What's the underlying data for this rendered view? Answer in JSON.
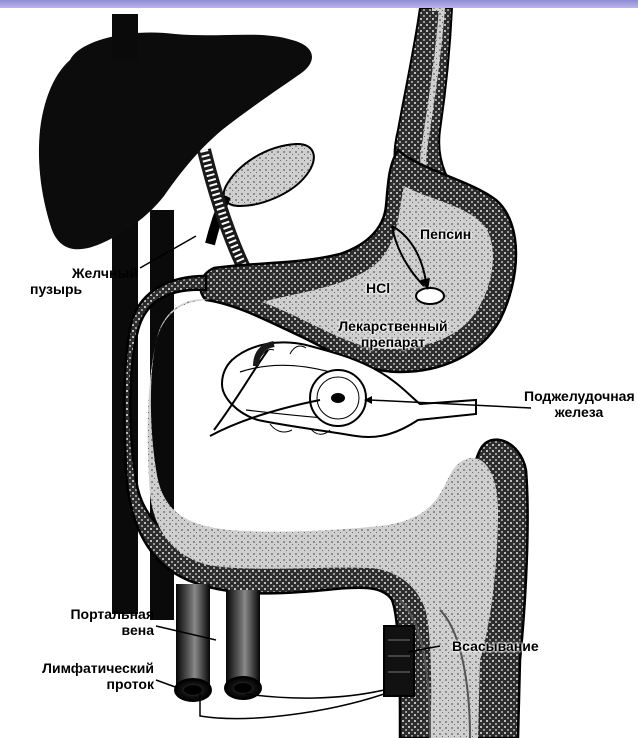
{
  "labels": {
    "gallbladder": [
      "Желчный",
      "пузырь"
    ],
    "pepsin": "Пепсин",
    "hcl": "HCl",
    "drug": [
      "Лекарственный",
      "препарат"
    ],
    "pancreas": [
      "Поджелудочная",
      "железа"
    ],
    "portal_vein": [
      "Портальная",
      "вена"
    ],
    "lymph_duct": [
      "Лимфатический",
      "проток"
    ],
    "absorption": "Всасывание"
  },
  "colors": {
    "ink": "#000000",
    "tissue_dark": "#2b2b2b",
    "tissue_mid": "#8a8a8a",
    "tissue_light": "#d6d6d6",
    "header_bar": "#9f9ce0"
  }
}
